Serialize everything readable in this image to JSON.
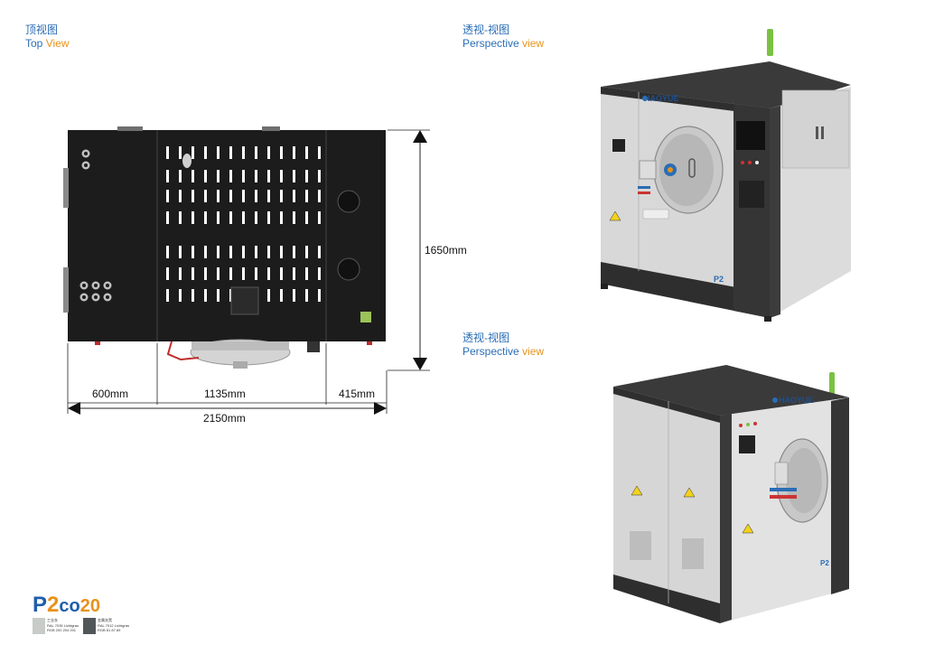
{
  "views": {
    "top": {
      "zh": "顶视图",
      "en_main": "Top",
      "en_accent": "View"
    },
    "perspective1": {
      "zh": "透视-视图",
      "en_main": "Perspective",
      "en_accent": "view"
    },
    "perspective2": {
      "zh": "透视-视图",
      "en_main": "Perspective",
      "en_accent": "view"
    }
  },
  "dimensions": {
    "height": "1650mm",
    "seg1": "600mm",
    "seg2": "1135mm",
    "seg3": "415mm",
    "total": "2150mm"
  },
  "brand": {
    "name": "HAOYUE",
    "badge": "P2"
  },
  "logo": {
    "p": "P",
    "two": "2",
    "co": "co",
    "num": "20"
  },
  "swatches": [
    {
      "name": "工业灰",
      "ral": "RAL 7035 Lichtgrau",
      "rgb": "RGB 200 204 201",
      "color": "#c8ccc9"
    },
    {
      "name": "金属灰黑",
      "ral": "RAL 7012 Lichtgrau",
      "rgb": "RGB 81 87 89",
      "color": "#515759"
    }
  ],
  "colors": {
    "accent_blue": "#2a6db5",
    "accent_orange": "#e8921b"
  }
}
